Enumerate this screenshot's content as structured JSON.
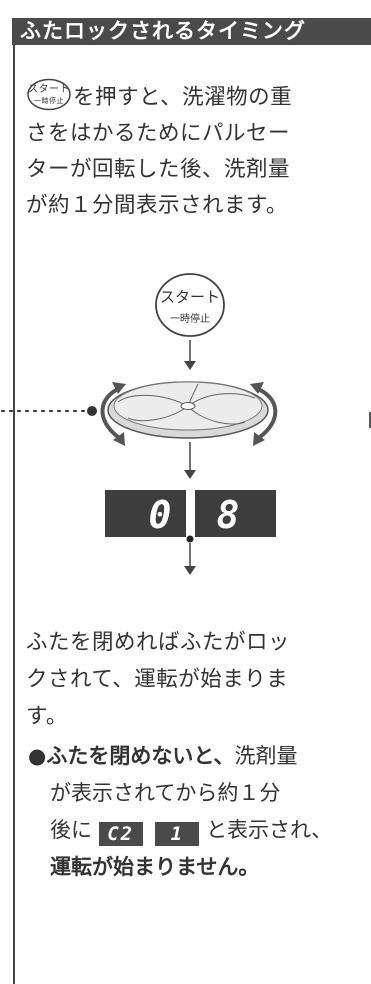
{
  "header": {
    "title": "ふたロックされるタイミング"
  },
  "intro": {
    "start_icon_line1": "スタート",
    "start_icon_line2": "一時停止",
    "text_line1": "を押すと、洗濯物の重",
    "text_line2": "さをはかるためにパルセー",
    "text_line3": "ターが回転した後、洗剤量",
    "text_line4": "が約１分間表示されます。"
  },
  "diagram": {
    "start_button_line1": "スタート",
    "start_button_line2": "一時停止",
    "display_digit1": "0",
    "display_digit2": "8"
  },
  "outro": {
    "line1": "ふたを閉めればふたがロッ",
    "line2": "クされて、運転が始まりま",
    "line3": "す。"
  },
  "note": {
    "bullet": "●",
    "bold_lead": "ふたを閉めないと、",
    "line1_rest": "洗剤量",
    "line2": "が表示されてから約１分",
    "line3_prefix": "後に",
    "code1": "C2",
    "code2": "1",
    "line3_suffix": "と表示され、",
    "line4_bold": "運転が始まりません。"
  },
  "colors": {
    "header_bg": "#4a4a4a",
    "text": "#333333",
    "display_bg": "#3d3d3d"
  }
}
